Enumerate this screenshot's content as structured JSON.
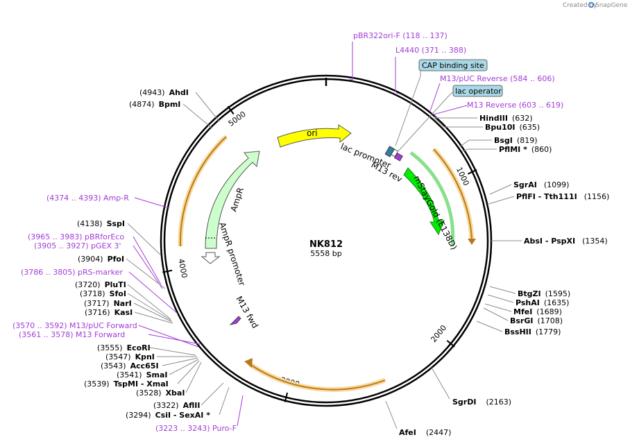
{
  "credit": "Created by",
  "brand": "SnapGene",
  "plasmid": {
    "name": "NK812",
    "size": "5558 bp",
    "length": 5558
  },
  "ticks": [
    {
      "pos": 1000,
      "label": "1000"
    },
    {
      "pos": 2000,
      "label": "2000"
    },
    {
      "pos": 3000,
      "label": "3000"
    },
    {
      "pos": 4000,
      "label": "4000"
    },
    {
      "pos": 5000,
      "label": "5000"
    }
  ],
  "sites": [
    {
      "name": "HindIII",
      "pos": "(632)",
      "side": "right"
    },
    {
      "name": "Bpu10I",
      "pos": "(635)",
      "side": "right"
    },
    {
      "name": "BsgI",
      "pos": "(819)",
      "side": "right"
    },
    {
      "name": "PflMI *",
      "pos": "(860)",
      "side": "right"
    },
    {
      "name": "SgrAI",
      "pos": "(1099)",
      "side": "right"
    },
    {
      "name": "PflFI - Tth111I",
      "pos": "(1156)",
      "side": "right"
    },
    {
      "name": "AbsI - PspXI",
      "pos": "(1354)",
      "side": "right"
    },
    {
      "name": "BtgZI",
      "pos": "(1595)",
      "side": "right"
    },
    {
      "name": "PshAI",
      "pos": "(1635)",
      "side": "right"
    },
    {
      "name": "MfeI",
      "pos": "(1689)",
      "side": "right"
    },
    {
      "name": "BsrGI",
      "pos": "(1708)",
      "side": "right"
    },
    {
      "name": "BssHII",
      "pos": "(1779)",
      "side": "right"
    },
    {
      "name": "SgrDI",
      "pos": "(2163)",
      "side": "right"
    },
    {
      "name": "AfeI",
      "pos": "(2447)",
      "side": "left"
    },
    {
      "name": "AhdI",
      "pos": "(4943)",
      "side": "left"
    },
    {
      "name": "BpmI",
      "pos": "(4874)",
      "side": "left"
    },
    {
      "name": "SspI",
      "pos": "(4138)",
      "side": "left"
    },
    {
      "name": "PfoI",
      "pos": "(3904)",
      "side": "left"
    },
    {
      "name": "PluTI",
      "pos": "(3720)",
      "side": "left"
    },
    {
      "name": "SfoI",
      "pos": "(3718)",
      "side": "left"
    },
    {
      "name": "NarI",
      "pos": "(3717)",
      "side": "left"
    },
    {
      "name": "KasI",
      "pos": "(3716)",
      "side": "left"
    },
    {
      "name": "EcoRI",
      "pos": "(3555)",
      "side": "left"
    },
    {
      "name": "KpnI",
      "pos": "(3547)",
      "side": "left"
    },
    {
      "name": "Acc65I",
      "pos": "(3543)",
      "side": "left"
    },
    {
      "name": "SmaI",
      "pos": "(3541)",
      "side": "left"
    },
    {
      "name": "TspMI - XmaI",
      "pos": "(3539)",
      "side": "left"
    },
    {
      "name": "XbaI",
      "pos": "(3528)",
      "side": "left"
    },
    {
      "name": "AflII",
      "pos": "(3322)",
      "side": "left"
    },
    {
      "name": "CsiI - SexAI *",
      "pos": "(3294)",
      "side": "left"
    }
  ],
  "primers": [
    {
      "text": "pBR322ori-F   (118 .. 137)"
    },
    {
      "text": "L4440   (371 .. 388)"
    },
    {
      "text": "M13/pUC Reverse   (584 .. 606)"
    },
    {
      "text": "M13 Reverse   (603 .. 619)"
    },
    {
      "text": "(4374 .. 4393)  Amp-R"
    },
    {
      "text": "(3965 .. 3983)  pBRforEco"
    },
    {
      "text": "(3905 .. 3927)  pGEX 3'"
    },
    {
      "text": "(3786 .. 3805)  pRS-marker"
    },
    {
      "text": "(3570 .. 3592)  M13/pUC Forward"
    },
    {
      "text": "(3561 .. 3578)  M13 Forward"
    },
    {
      "text": "(3223 .. 3243)  Puro-F"
    }
  ],
  "boxed": [
    {
      "text": "CAP binding site"
    },
    {
      "text": "lac operator"
    }
  ],
  "features": [
    {
      "name": "ori",
      "color": "#ffff00"
    },
    {
      "name": "lac promoter",
      "color": "#ffffff"
    },
    {
      "name": "M13 rev",
      "color": "#a23bd6"
    },
    {
      "name": "mStayGold (E138D)",
      "color": "#00ee00"
    },
    {
      "name": "AmpR",
      "color": "#ccffcc"
    },
    {
      "name": "AmpR promoter",
      "color": "#ffffff"
    },
    {
      "name": "M13 fwd",
      "color": "#a23bd6"
    }
  ],
  "colors": {
    "backbone": "#000000",
    "orf": "#f5a623",
    "primer": "#a23bd6",
    "boxed_fill": "#a9d8e6"
  }
}
